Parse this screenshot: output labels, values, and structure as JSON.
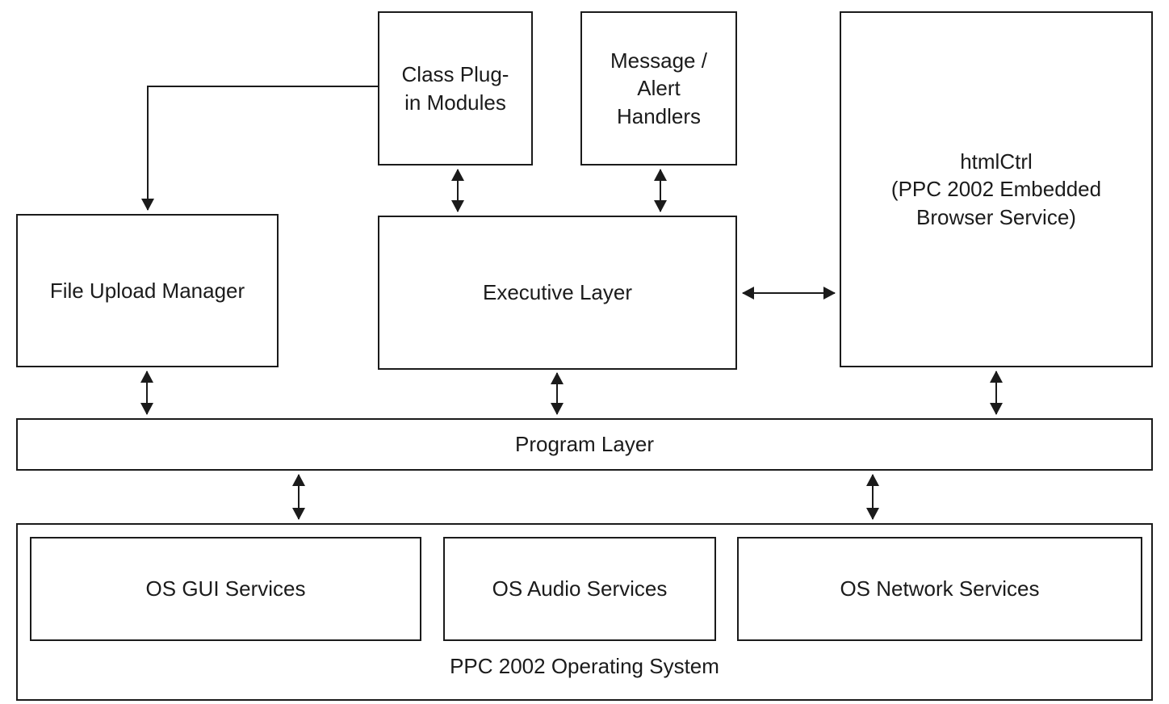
{
  "diagram": {
    "type": "block-architecture",
    "nodes": {
      "class_plugin_modules": {
        "label": "Class Plug-\nin Modules"
      },
      "message_alert_handlers": {
        "label": "Message /\nAlert\nHandlers"
      },
      "htmlctrl": {
        "label": "htmlCtrl\n(PPC 2002 Embedded\nBrowser Service)"
      },
      "file_upload_manager": {
        "label": "File Upload Manager"
      },
      "executive_layer": {
        "label": "Executive Layer"
      },
      "program_layer": {
        "label": "Program Layer"
      },
      "os_gui_services": {
        "label": "OS GUI Services"
      },
      "os_audio_services": {
        "label": "OS Audio Services"
      },
      "os_network_services": {
        "label": "OS Network Services"
      },
      "ppc_operating_system": {
        "label": "PPC 2002 Operating System"
      }
    },
    "connections": [
      {
        "from": "class_plugin_modules",
        "to": "file_upload_manager",
        "direction": "one-way",
        "shape": "elbow"
      },
      {
        "from": "class_plugin_modules",
        "to": "executive_layer",
        "direction": "two-way",
        "shape": "vertical"
      },
      {
        "from": "message_alert_handlers",
        "to": "executive_layer",
        "direction": "two-way",
        "shape": "vertical"
      },
      {
        "from": "executive_layer",
        "to": "htmlctrl",
        "direction": "two-way",
        "shape": "horizontal"
      },
      {
        "from": "file_upload_manager",
        "to": "program_layer",
        "direction": "two-way",
        "shape": "vertical"
      },
      {
        "from": "executive_layer",
        "to": "program_layer",
        "direction": "two-way",
        "shape": "vertical"
      },
      {
        "from": "htmlctrl",
        "to": "program_layer",
        "direction": "two-way",
        "shape": "vertical"
      },
      {
        "from": "program_layer",
        "to": "ppc_operating_system",
        "direction": "two-way",
        "shape": "vertical",
        "position": "left"
      },
      {
        "from": "program_layer",
        "to": "ppc_operating_system",
        "direction": "two-way",
        "shape": "vertical",
        "position": "right"
      }
    ],
    "colors": {
      "line": "#1b1b1b",
      "background": "#ffffff"
    }
  }
}
